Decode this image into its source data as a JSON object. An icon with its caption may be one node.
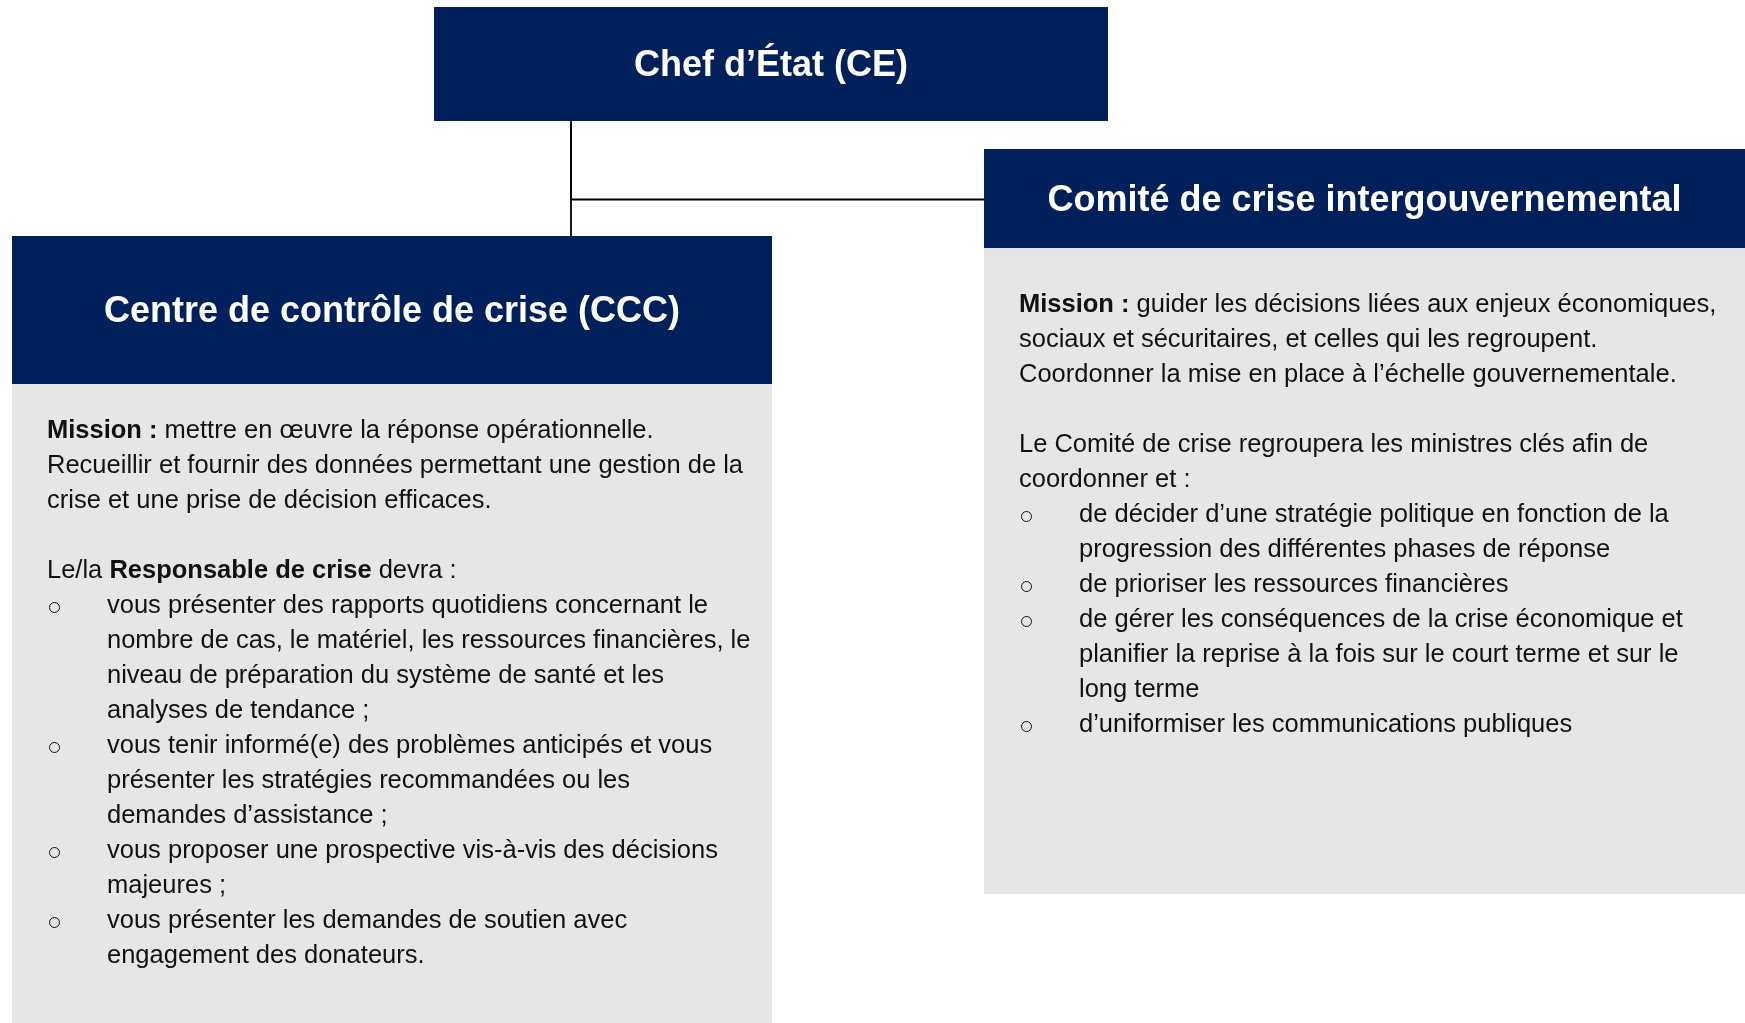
{
  "diagram": {
    "nodes": [
      {
        "text": [
          "Chef d’État (CE)"
        ]
      },
      {
        "text": [
          "Centre de contrôle de crise (CCC)",
          "**Mission :** mettre en œuvre la réponse opérationnelle. Recueillir et fournir des données permettant une gestion de la crise et une prise de décision efficaces.",
          "Le/la **Responsable de crise** devra :",
          "vous présenter des rapports quotidiens concernant le nombre de cas, le matériel, les ressources financières, le niveau de préparation du système de santé et les analyses de tendance ;",
          "vous tenir informé(e) des problèmes anticipés et vous présenter les stratégies recommandées ou les demandes d’assistance ;",
          "vous proposer une prospective vis-à-vis des décisions majeures ;",
          "vous présenter les demandes de soutien avec engagement des donateurs."
        ]
      },
      {
        "text": [
          "Comité de crise intergouvernemental",
          "**Mission :** guider les décisions liées aux enjeux économiques, sociaux et sécuritaires, et celles qui les regroupent. Coordonner la mise en place à l’échelle gouvernementale.",
          "Le Comité de crise regroupera les ministres clés afin de coordonner et :",
          "de décider d’une stratégie politique en fonction de la progression des différentes phases de réponse",
          "de prioriser les ressources financières",
          "de gérer les conséquences de la crise économique et planifier la reprise à la fois sur le court terme et sur le long terme",
          "d’uniformiser les communications publiques"
        ]
      }
    ],
    "edges": [
      {
        "from": 0,
        "to": 1,
        "arrow": "none"
      },
      {
        "from": 0,
        "to": 2,
        "arrow": "none"
      }
    ]
  }
}
